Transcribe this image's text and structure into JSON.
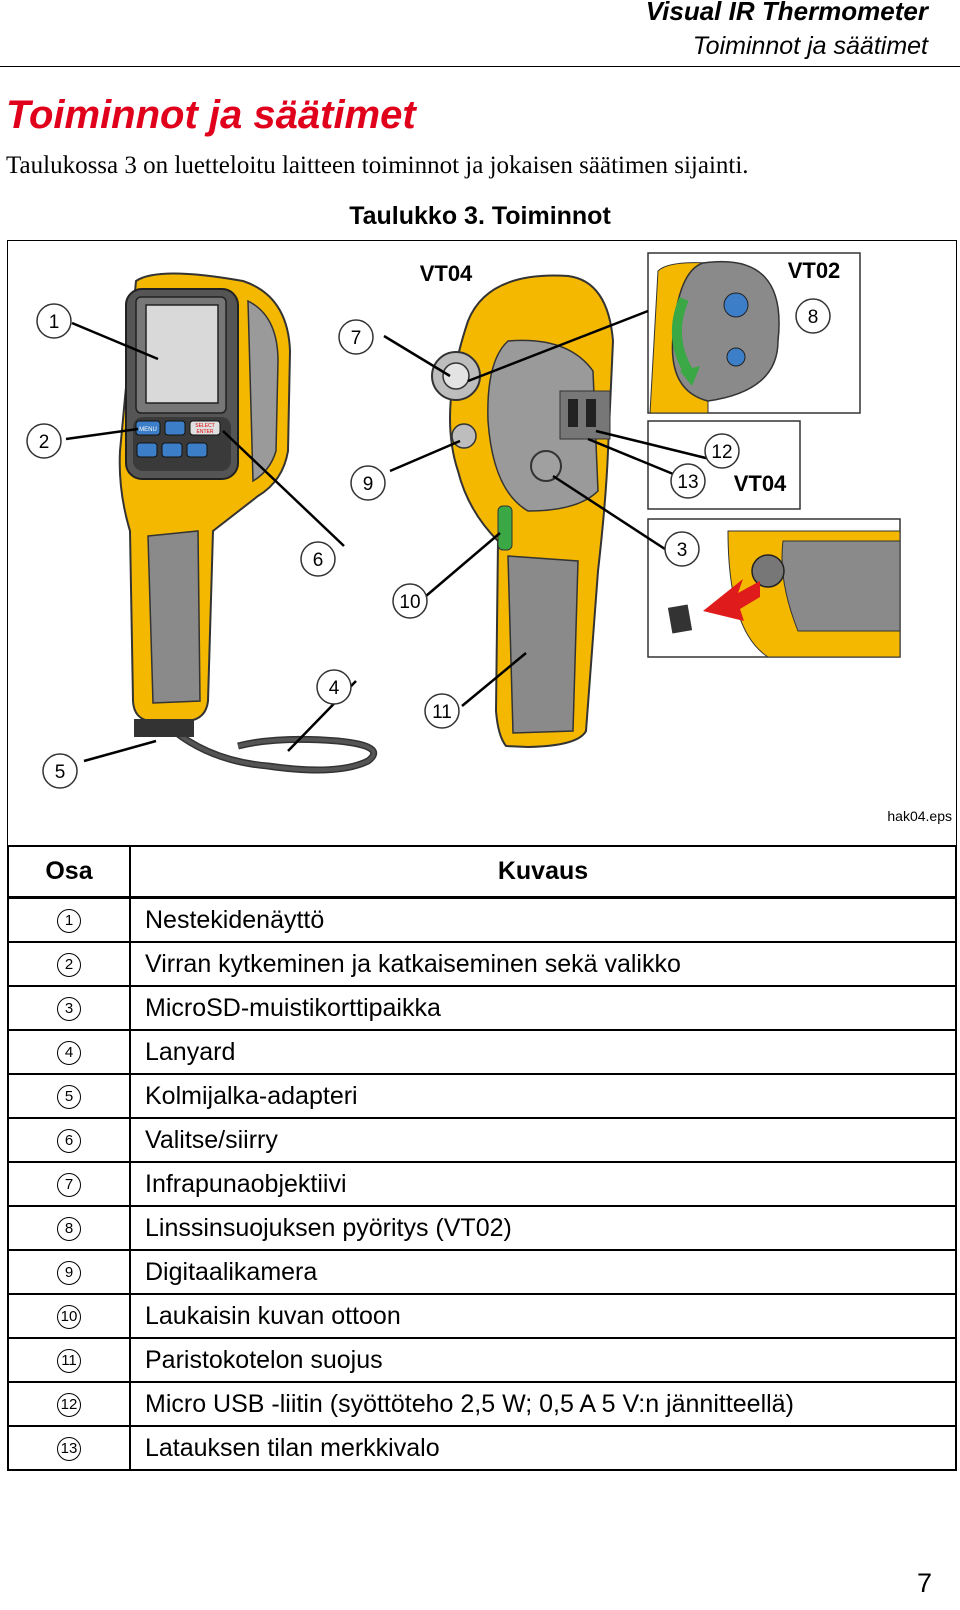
{
  "header": {
    "product": "Visual IR Thermometer",
    "section": "Toiminnot ja säätimet"
  },
  "page_title": "Toiminnot ja säätimet",
  "intro": "Taulukossa 3 on luetteloitu laitteen toiminnot ja jokaisen säätimen sijainti.",
  "table_caption": "Taulukko 3. Toiminnot",
  "figure": {
    "labels": {
      "vt04_front": "VT04",
      "vt02": "VT02",
      "vt04_port": "VT04",
      "file": "hak04.eps",
      "menu_btn": "MENU",
      "select_btn": "SELECT",
      "enter_btn": "ENTER"
    },
    "callouts": [
      "1",
      "2",
      "3",
      "4",
      "5",
      "6",
      "7",
      "8",
      "9",
      "10",
      "11",
      "12",
      "13"
    ]
  },
  "table": {
    "col_part": "Osa",
    "col_desc": "Kuvaus",
    "rows": [
      {
        "num": "1",
        "desc": "Nestekidenäyttö"
      },
      {
        "num": "2",
        "desc": "Virran kytkeminen ja katkaiseminen sekä valikko"
      },
      {
        "num": "3",
        "desc": "MicroSD-muistikorttipaikka"
      },
      {
        "num": "4",
        "desc": "Lanyard"
      },
      {
        "num": "5",
        "desc": "Kolmijalka-adapteri"
      },
      {
        "num": "6",
        "desc": "Valitse/siirry"
      },
      {
        "num": "7",
        "desc": "Infrapunaobjektiivi"
      },
      {
        "num": "8",
        "desc": "Linssinsuojuksen pyöritys  (VT02)"
      },
      {
        "num": "9",
        "desc": "Digitaalikamera"
      },
      {
        "num": "10",
        "desc": "Laukaisin kuvan ottoon"
      },
      {
        "num": "11",
        "desc": "Paristokotelon suojus"
      },
      {
        "num": "12",
        "desc": "Micro USB -liitin (syöttöteho 2,5 W; 0,5 A 5 V:n jännitteellä)"
      },
      {
        "num": "13",
        "desc": "Latauksen tilan merkkivalo"
      }
    ]
  },
  "page_number": "7",
  "colors": {
    "title_red": "#e0001b",
    "body_yellow": "#f5b800",
    "body_gray": "#8a8a8a",
    "screen": "#d9d9d9",
    "button_blue": "#3c7fc8",
    "arrow_red": "#e01b1b",
    "arrow_green": "#3aa844"
  }
}
